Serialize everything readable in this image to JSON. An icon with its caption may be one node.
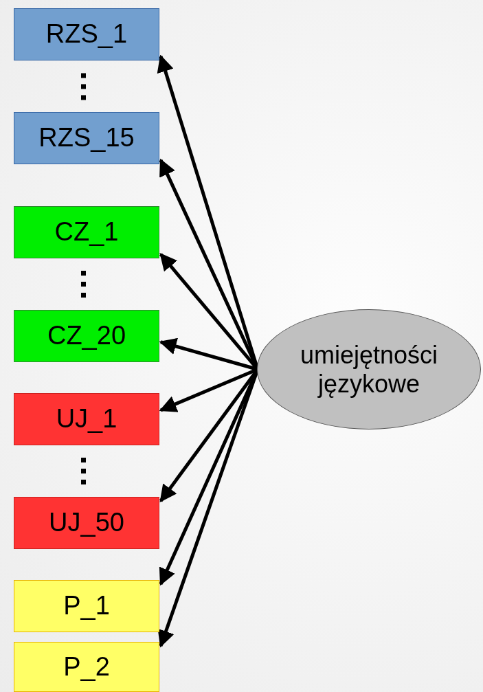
{
  "diagram": {
    "nodes": [
      {
        "text": [
          "RZS_1"
        ]
      },
      {
        "text": [
          "RZS_15"
        ]
      },
      {
        "text": [
          "CZ_1"
        ]
      },
      {
        "text": [
          "CZ_20"
        ]
      },
      {
        "text": [
          "UJ_1"
        ]
      },
      {
        "text": [
          "UJ_50"
        ]
      },
      {
        "text": [
          "P_1"
        ]
      },
      {
        "text": [
          "P_2"
        ]
      },
      {
        "text": [
          "umiejętności językowe"
        ]
      }
    ],
    "edges": [
      {
        "from": 8,
        "to": 0,
        "arrow": "to"
      },
      {
        "from": 8,
        "to": 1,
        "arrow": "to"
      },
      {
        "from": 8,
        "to": 2,
        "arrow": "to"
      },
      {
        "from": 8,
        "to": 3,
        "arrow": "to"
      },
      {
        "from": 8,
        "to": 4,
        "arrow": "to"
      },
      {
        "from": 8,
        "to": 5,
        "arrow": "to"
      },
      {
        "from": 8,
        "to": 6,
        "arrow": "to"
      },
      {
        "from": 8,
        "to": 7,
        "arrow": "to"
      }
    ]
  }
}
